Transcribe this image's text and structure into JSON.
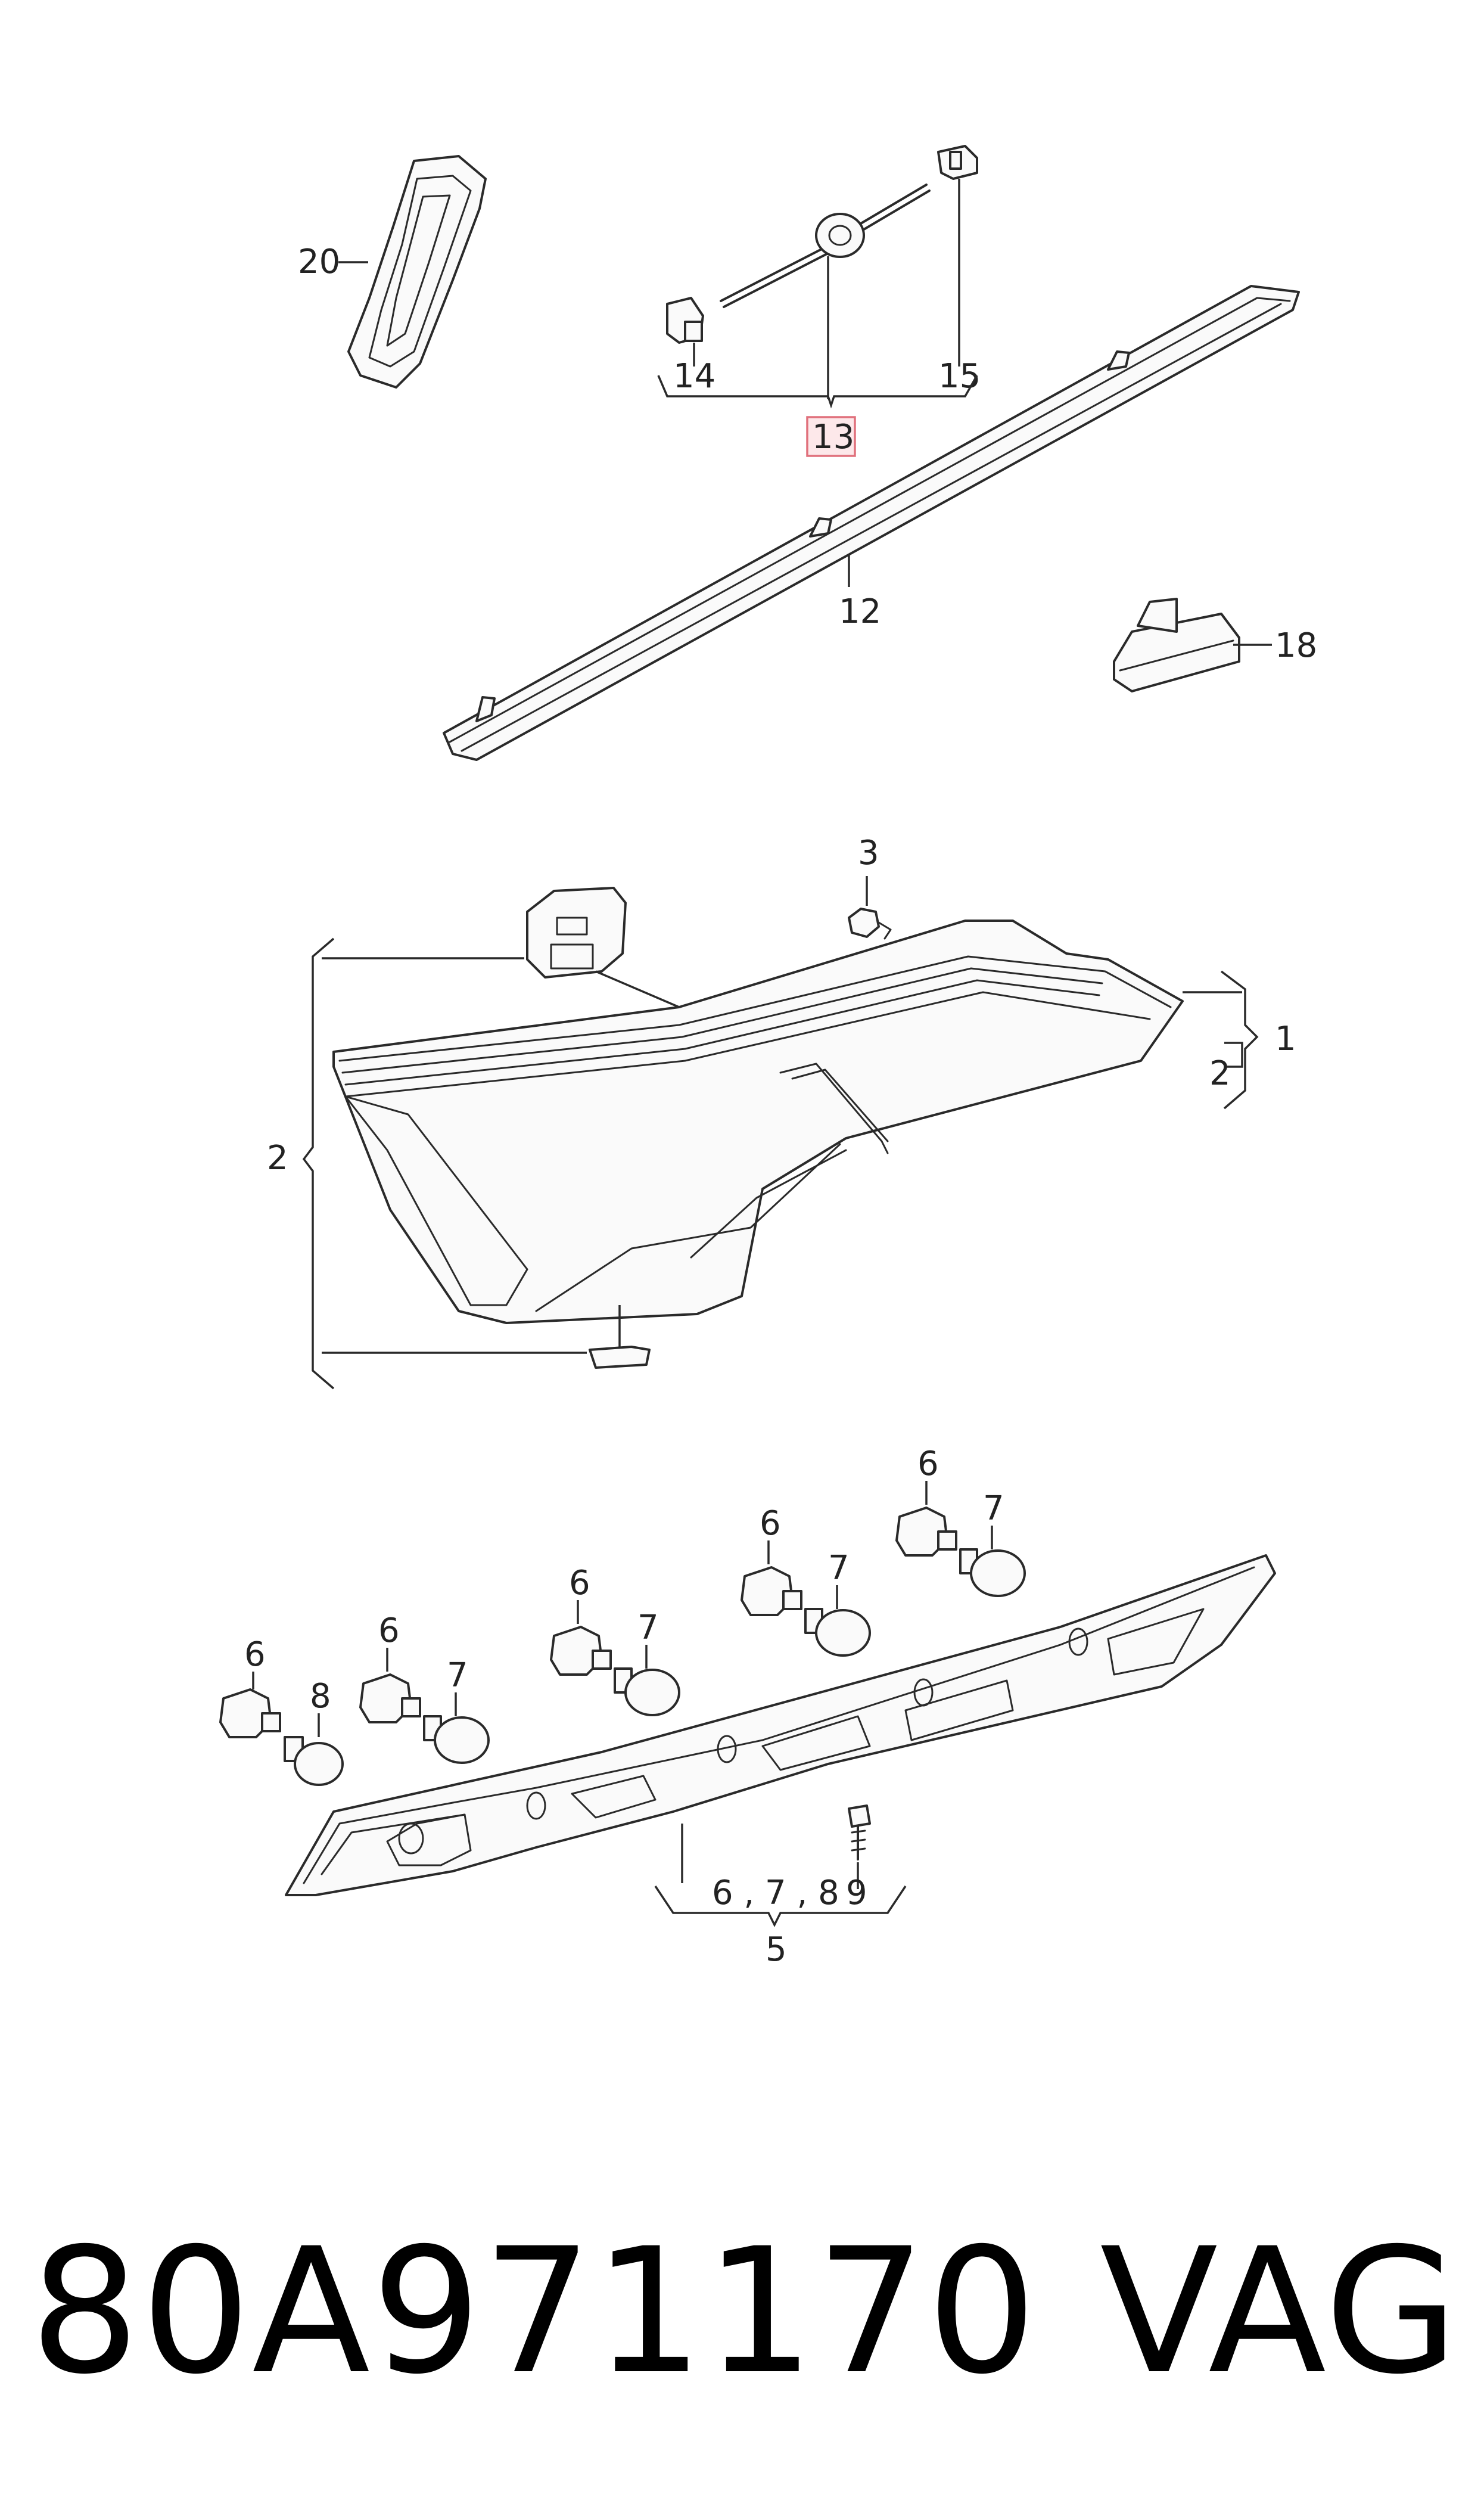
{
  "callouts": {
    "c1": "1",
    "c2_right": "2",
    "c2_left": "2",
    "c3": "3",
    "c5": "5",
    "c6a": "6",
    "c6b": "6",
    "c6c": "6",
    "c6d": "6",
    "c6e": "6",
    "c7a": "7",
    "c7b": "7",
    "c7c": "7",
    "c7d": "7",
    "c8": "8",
    "c9": "9",
    "c678": "6 , 7 , 8",
    "c12": "12",
    "c13": "13",
    "c14": "14",
    "c15": "15",
    "c18": "18",
    "c20": "20"
  },
  "footer": {
    "part_number": "80A971170",
    "brand": "VAG"
  },
  "colors": {
    "line": "#2a2a2a",
    "highlight_border": "#e0707c",
    "highlight_fill": "#fde8ea"
  }
}
